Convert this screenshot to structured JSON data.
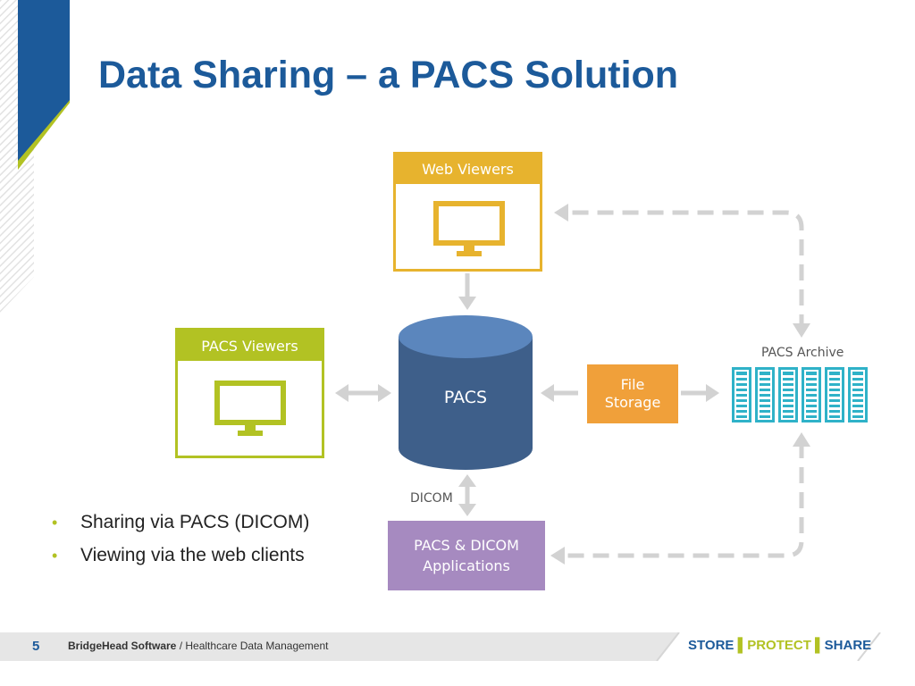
{
  "slide": {
    "title": "Data Sharing – a PACS Solution",
    "page_number": "5",
    "footer_company": "BridgeHead Software",
    "footer_separator": " / ",
    "footer_subtitle": "Healthcare Data Management",
    "tagline": [
      "STORE",
      "PROTECT",
      "SHARE"
    ]
  },
  "diagram": {
    "web_viewers": "Web Viewers",
    "pacs_viewers": "PACS Viewers",
    "pacs": "PACS",
    "file_storage": [
      "File",
      "Storage"
    ],
    "pacs_archive": "PACS Archive",
    "dicom": "DICOM",
    "apps": [
      "PACS & DICOM",
      "Applications"
    ]
  },
  "bullets": [
    "Sharing via PACS (DICOM)",
    "Viewing via the web clients"
  ],
  "colors": {
    "title_blue": "#1c5a9a",
    "green": "#b2c223",
    "yellow": "#e7b32e",
    "orange": "#f0a03a",
    "purple": "#a68ac0",
    "db_blue": "#3e5f8a",
    "teal": "#2fb2c8",
    "arrow_gray": "#d2d2d2"
  }
}
